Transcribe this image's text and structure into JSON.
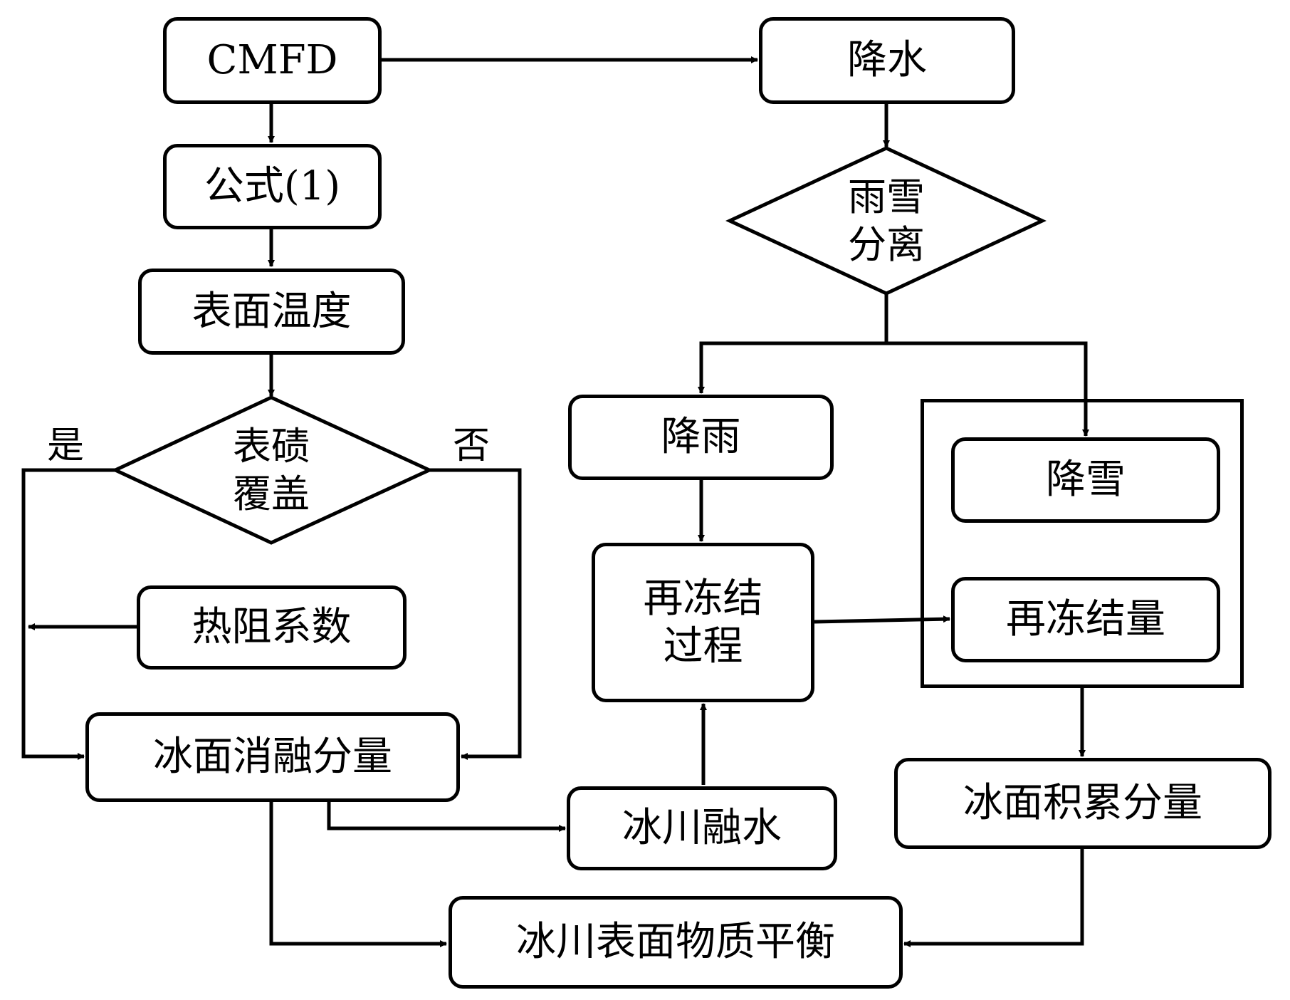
{
  "nodes": {
    "cmfd": "CMFD",
    "formula": "公式(1)",
    "surface_temp": "表面温度",
    "debris_line1": "表碛",
    "debris_line2": "覆盖",
    "yes": "是",
    "no": "否",
    "thermal_resistance": "热阻系数",
    "ice_melt_component": "冰面消融分量",
    "glacier_meltwater": "冰川融水",
    "mass_balance": "冰川表面物质平衡",
    "precipitation": "降水",
    "rain_snow_line1": "雨雪",
    "rain_snow_line2": "分离",
    "rainfall": "降雨",
    "snowfall": "降雪",
    "refreeze_process_line1": "再冻结",
    "refreeze_process_line2": "过程",
    "refreeze_amount": "再冻结量",
    "accumulation_component": "冰面积累分量"
  }
}
